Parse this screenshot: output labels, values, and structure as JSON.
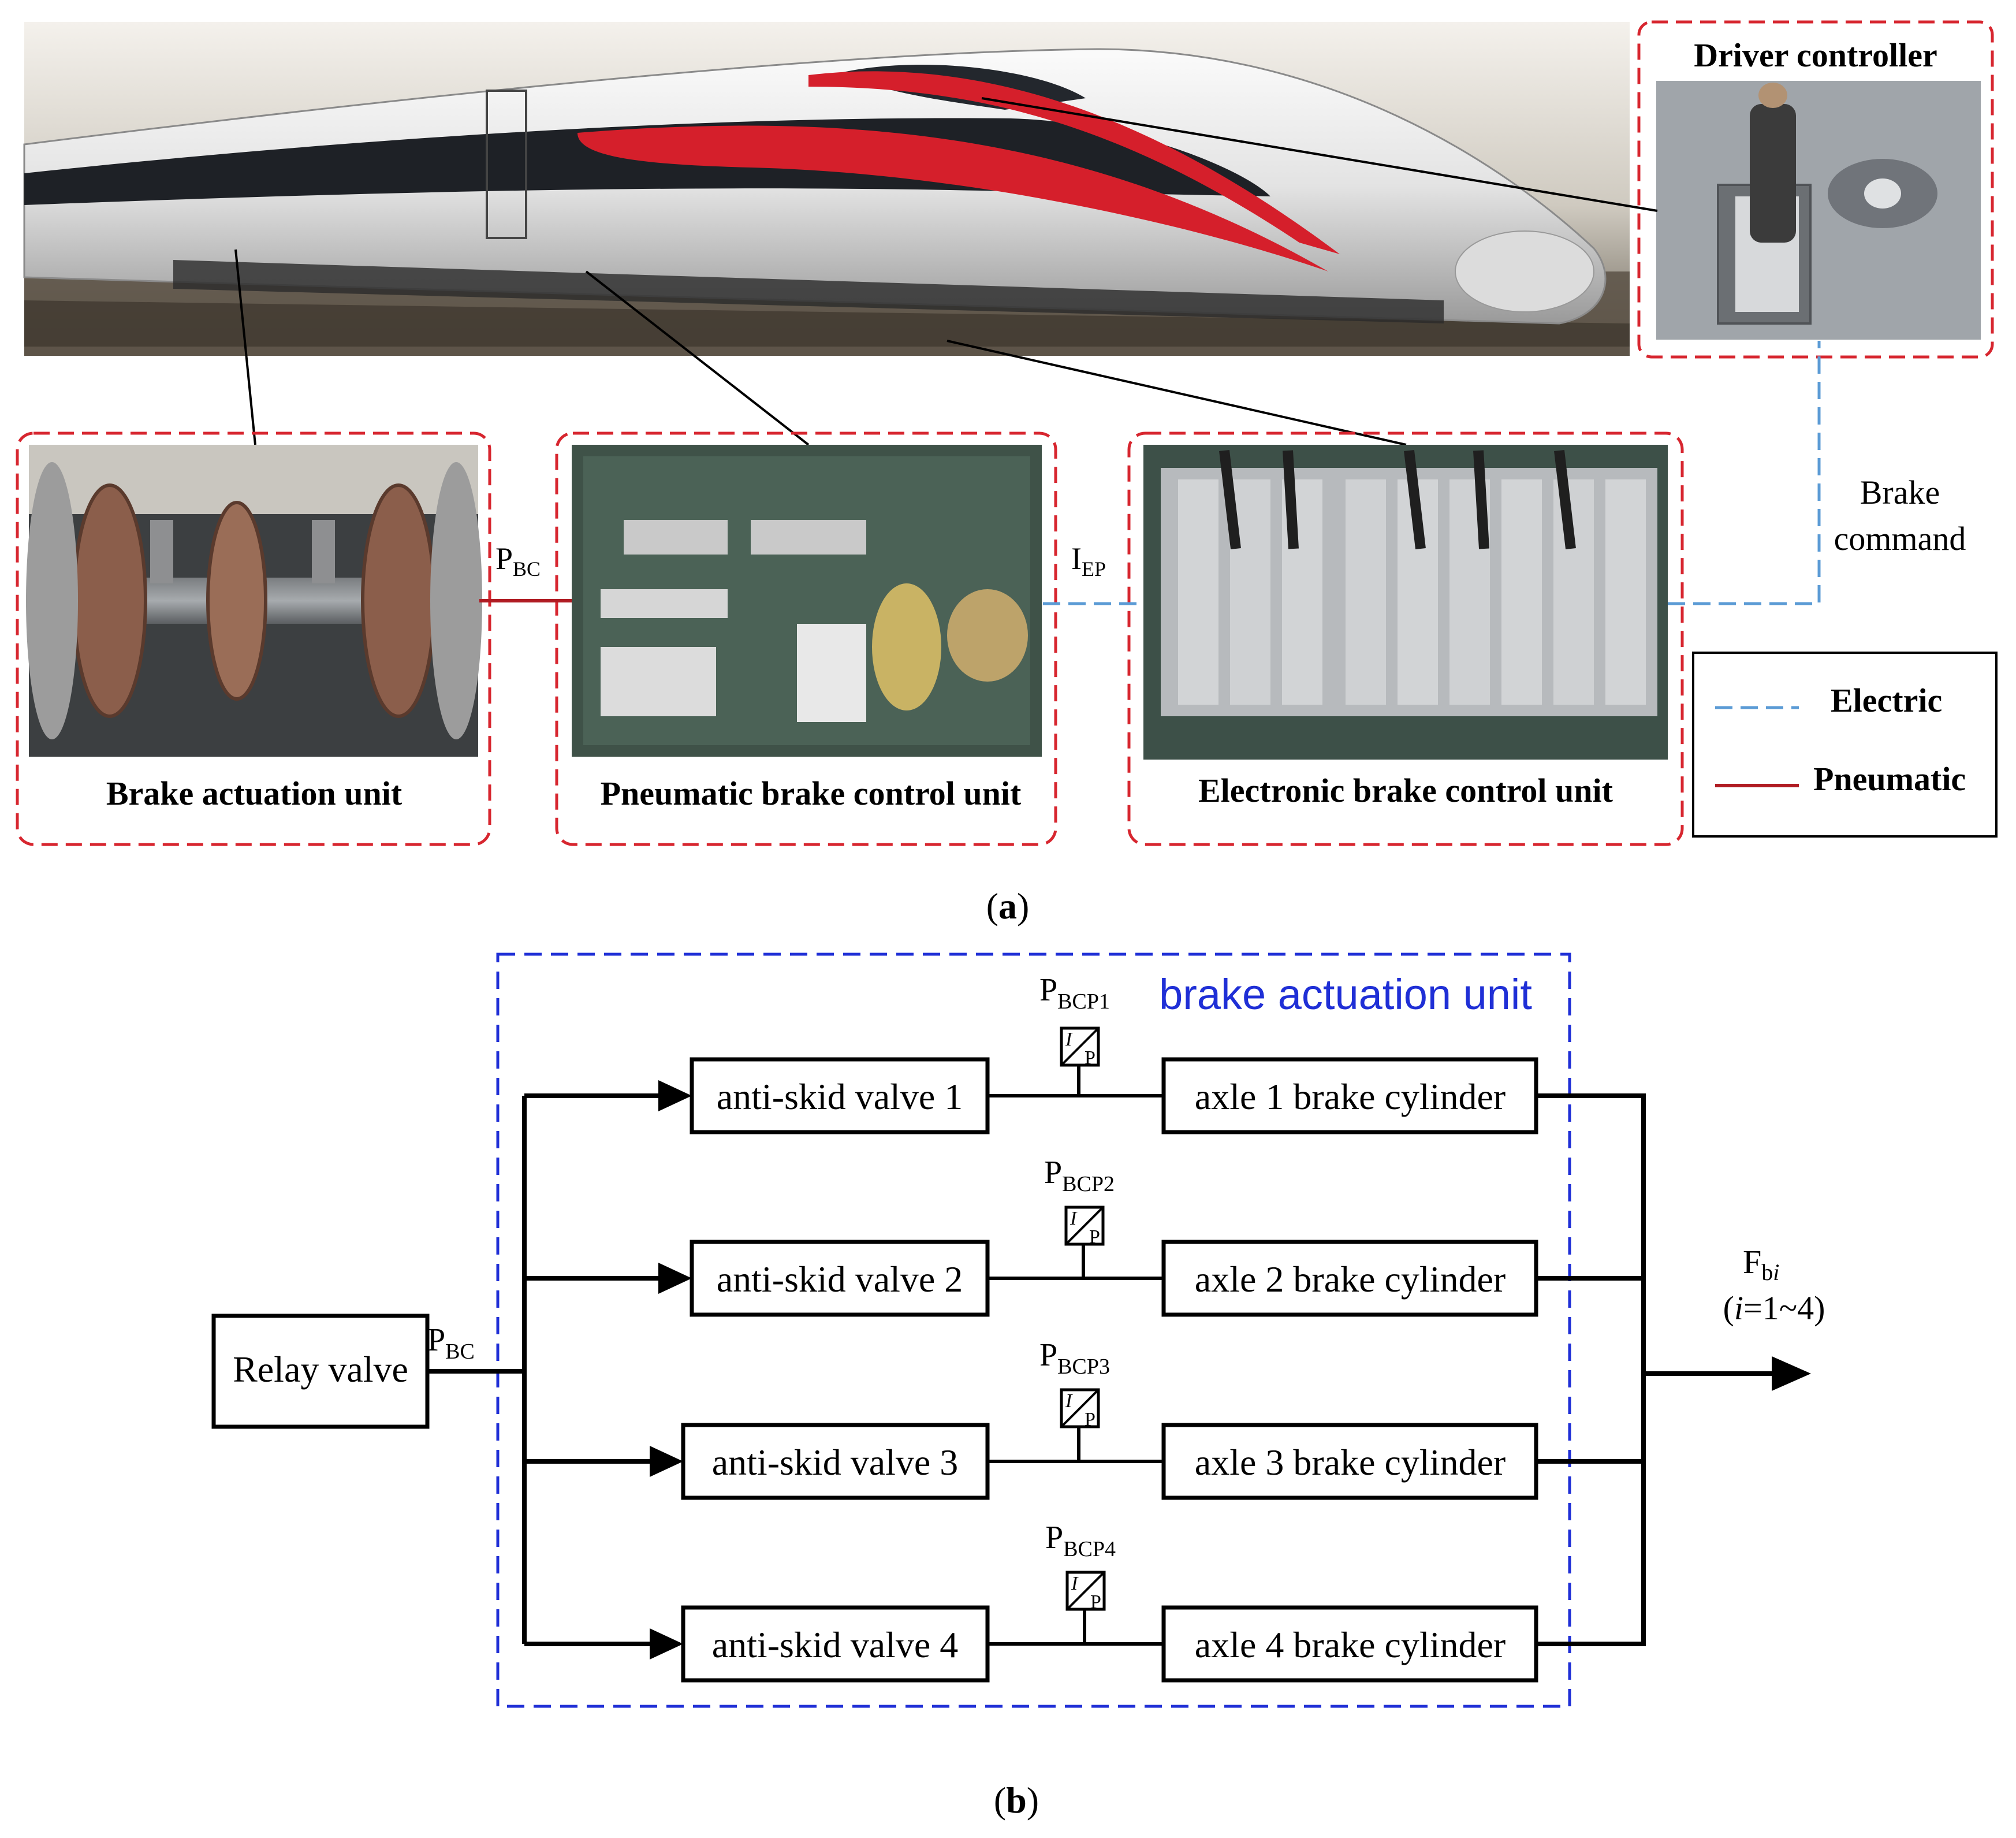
{
  "part_a": {
    "driver_controller": "Driver controller",
    "brake_actuation_unit": "Brake actuation unit",
    "pneumatic_brake_control_unit": "Pneumatic brake control unit",
    "electronic_brake_control_unit": "Electronic brake control unit",
    "pbc_main": "P",
    "pbc_sub": "BC",
    "iep_main": "I",
    "iep_sub": "EP",
    "brake_command_line1": "Brake",
    "brake_command_line2": "command",
    "legend": {
      "electric": "Electric",
      "pneumatic": "Pneumatic"
    }
  },
  "part_b": {
    "enclosure_label": "brake actuation unit",
    "relay_valve": "Relay valve",
    "pbc_main": "P",
    "pbc_sub": "BC",
    "sensor_symbol_i": "I",
    "sensor_symbol_p": "P",
    "rows": [
      {
        "valve": "anti-skid valve 1",
        "cylinder": "axle 1 brake cylinder",
        "sensor_main": "P",
        "sensor_sub": "BCP1"
      },
      {
        "valve": "anti-skid valve 2",
        "cylinder": "axle 2 brake cylinder",
        "sensor_main": "P",
        "sensor_sub": "BCP2"
      },
      {
        "valve": "anti-skid valve 3",
        "cylinder": "axle 3 brake cylinder",
        "sensor_main": "P",
        "sensor_sub": "BCP3"
      },
      {
        "valve": "anti-skid valve 4",
        "cylinder": "axle 4 brake cylinder",
        "sensor_main": "P",
        "sensor_sub": "BCP4"
      }
    ],
    "output_main": "F",
    "output_sub": "b",
    "output_sub_index": "i",
    "range_open": "(",
    "range_index": "i",
    "range_rest": "=1~4)"
  },
  "captions": {
    "a_open": "(",
    "a_letter": "a",
    "a_close": ")",
    "b_open": "(",
    "b_letter": "b",
    "b_close": ")"
  },
  "colors": {
    "electric_line": "#5b9bd5",
    "pneumatic_line": "#b01c23",
    "unit_frame": "#d7262f",
    "enclosure": "#1f2fd6"
  }
}
